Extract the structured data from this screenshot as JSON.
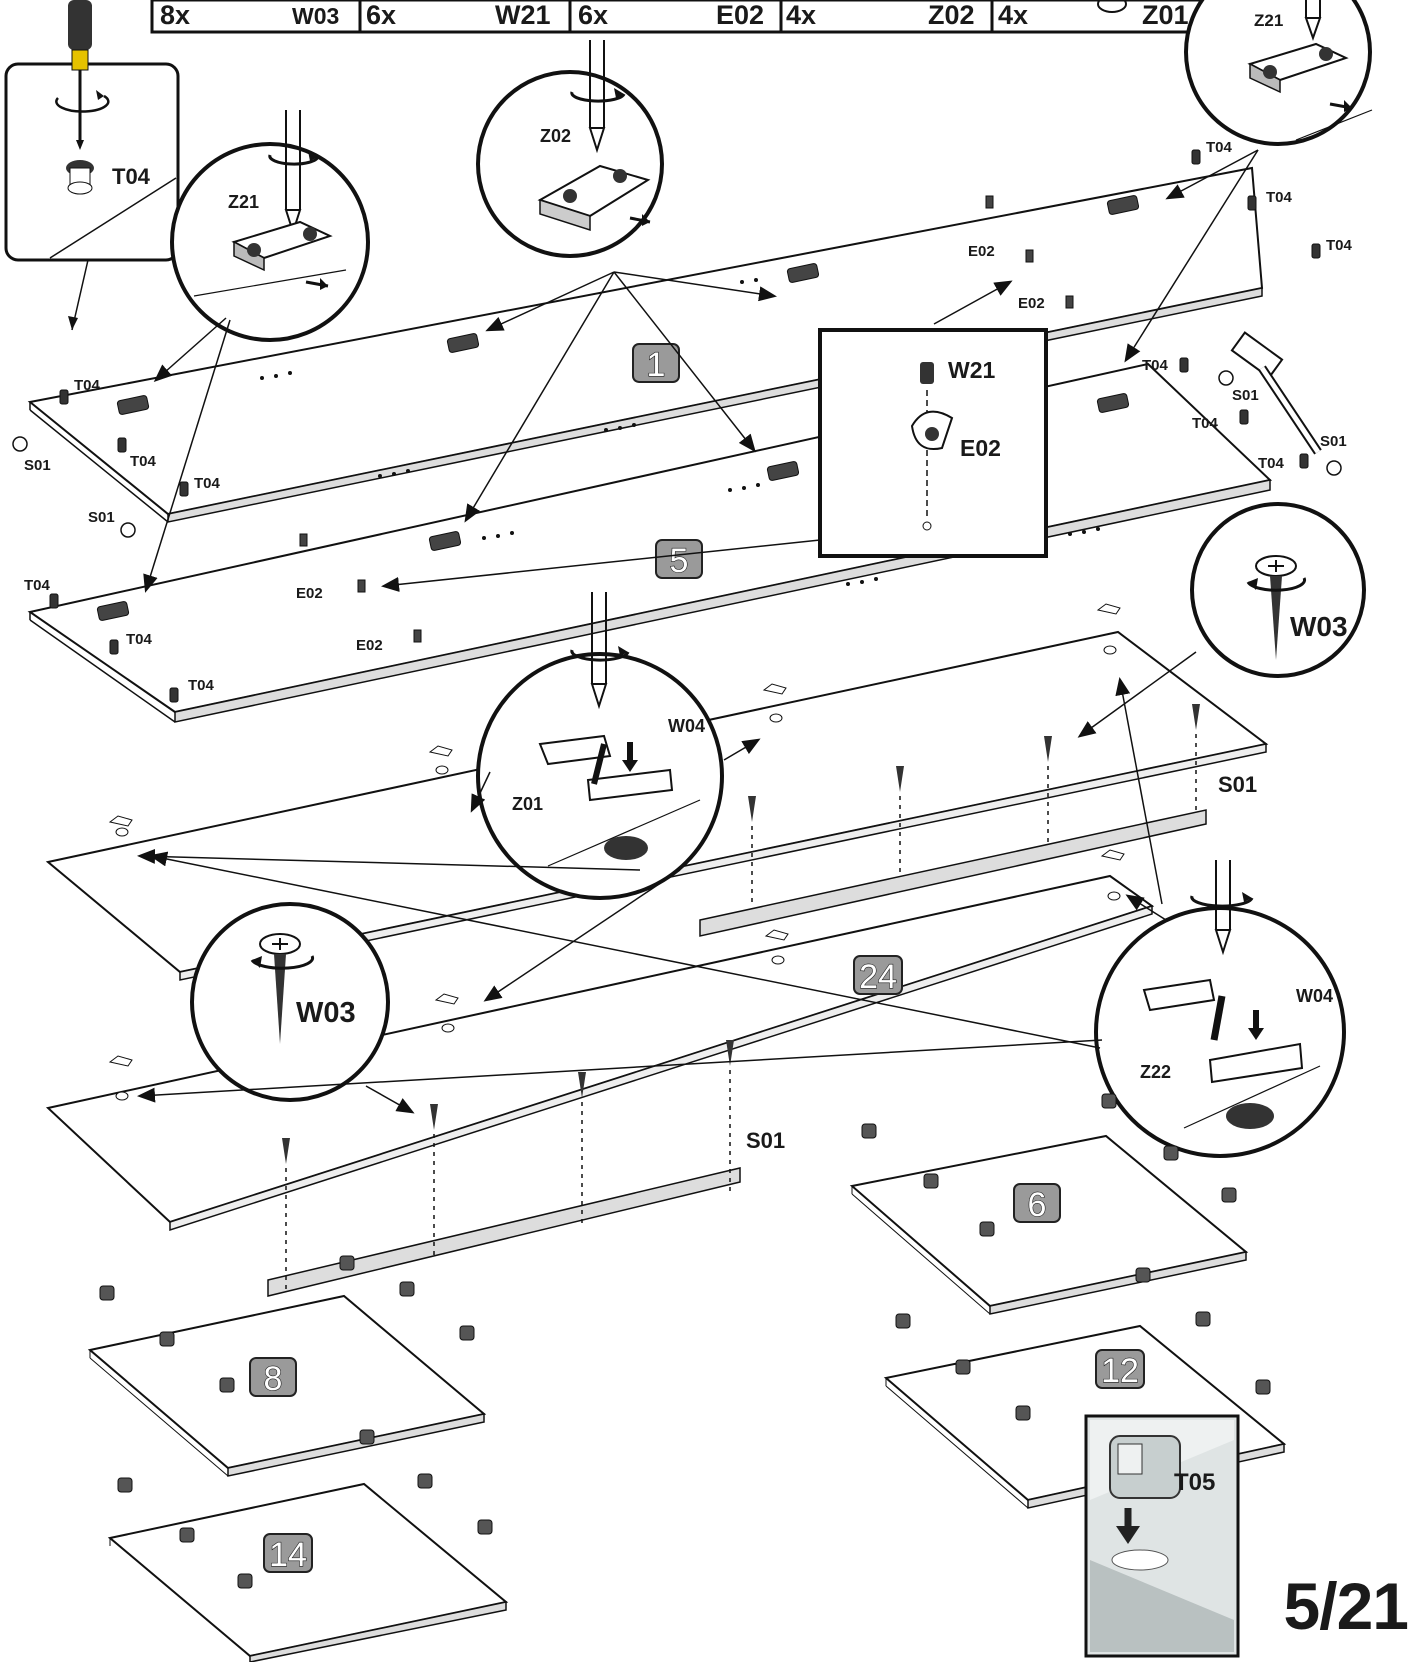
{
  "parts_table": [
    {
      "qty": "8x",
      "code": "W03"
    },
    {
      "qty": "6x",
      "code": "W21"
    },
    {
      "qty": "6x",
      "code": "E02"
    },
    {
      "qty": "4x",
      "code": "Z02"
    },
    {
      "qty": "4x",
      "code": "Z01"
    }
  ],
  "page_number": "5/21",
  "panel_numbers": [
    "1",
    "5",
    "24",
    "6",
    "8",
    "12",
    "14"
  ],
  "callouts": {
    "screwdriver_detail": "T04",
    "hinge_plate_left": "Z21",
    "hinge_plate_mid": "Z02",
    "hinge_plate_right": "Z21",
    "shelf_support_screw": "W21",
    "shelf_support": "E02",
    "screw_left": "W03",
    "screw_right": "W03",
    "hinge_mid_label": "Z01",
    "hinge_mid_screw": "W04",
    "hinge_right_label": "Z22",
    "hinge_right_screw": "W04",
    "cam_lock": "T05"
  },
  "part_labels": {
    "t04": "T04",
    "s01": "S01",
    "e02": "E02"
  }
}
